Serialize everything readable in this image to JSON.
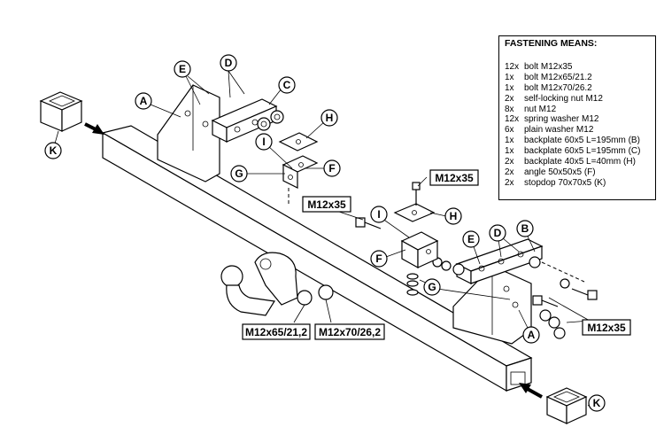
{
  "legend": {
    "title": "FASTENING MEANS:",
    "items": [
      {
        "qty": "12x",
        "desc": "bolt M12x35"
      },
      {
        "qty": "1x",
        "desc": "bolt M12x65/21.2"
      },
      {
        "qty": "1x",
        "desc": "bolt M12x70/26.2"
      },
      {
        "qty": "2x",
        "desc": "self-locking nut M12"
      },
      {
        "qty": "8x",
        "desc": "nut M12"
      },
      {
        "qty": "12x",
        "desc": "spring washer M12"
      },
      {
        "qty": "6x",
        "desc": "plain washer M12"
      },
      {
        "qty": "1x",
        "desc": "backplate 60x5 L=195mm (B)"
      },
      {
        "qty": "1x",
        "desc": "backplate 60x5 L=195mm (C)"
      },
      {
        "qty": "2x",
        "desc": "backplate 40x5 L=40mm (H)"
      },
      {
        "qty": "2x",
        "desc": "angle  50x50x5 (F)"
      },
      {
        "qty": "2x",
        "desc": "stopdop 70x70x5 (K)"
      }
    ]
  },
  "labels": {
    "A": "A",
    "B": "B",
    "C": "C",
    "D": "D",
    "E": "E",
    "F": "F",
    "G": "G",
    "H": "H",
    "I": "I",
    "K": "K"
  },
  "callouts": {
    "bolt_top": "M12x35",
    "bolt_left": "M12x35",
    "bolt_right": "M12x35",
    "bolt_65": "M12x65/21,2",
    "bolt_70": "M12x70/26,2"
  }
}
